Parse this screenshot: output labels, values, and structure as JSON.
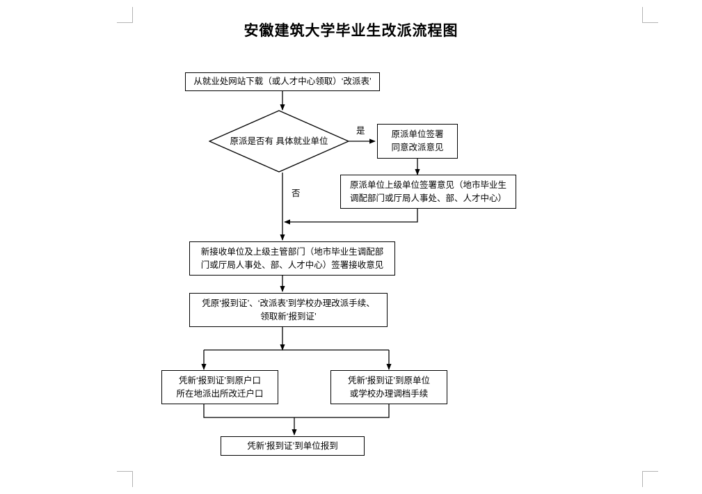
{
  "document": {
    "title": "安徽建筑大学毕业生改派流程图",
    "page_background": "#ffffff",
    "ink_color": "#000000",
    "crop_mark_color": "#b3b3b3"
  },
  "flowchart": {
    "type": "process-flow-diagram",
    "nodes": [
      {
        "id": "start",
        "shape": "rectangle",
        "lines": [
          "从就业处网站下载（或人才中心领取）‘改派表’"
        ]
      },
      {
        "id": "decision",
        "shape": "diamond",
        "lines": [
          "原派是否有",
          "具体就业单位"
        ]
      },
      {
        "id": "original-unit-sign",
        "shape": "rectangle",
        "lines": [
          "原派单位签署",
          "同意改派意见"
        ]
      },
      {
        "id": "superior-unit-sign",
        "shape": "rectangle",
        "lines": [
          "原派单位上级单位签署意见（地市毕业生",
          "调配部门或厅局人事处、部、人才中心）"
        ]
      },
      {
        "id": "new-unit-accept",
        "shape": "rectangle",
        "lines": [
          "新接收单位及上级主管部门（地市毕业生调配部",
          "门或厅局人事处、部、人才中心）签署接收意见"
        ]
      },
      {
        "id": "school-process",
        "shape": "rectangle",
        "lines": [
          "凭原‘报到证’、‘改派表’到学校办理改派手续、",
          "领取新‘报到证’"
        ]
      },
      {
        "id": "household-transfer",
        "shape": "rectangle",
        "lines": [
          "凭新‘报到证’到原户口",
          "所在地派出所改迁户口"
        ]
      },
      {
        "id": "file-transfer",
        "shape": "rectangle",
        "lines": [
          "凭新‘报到证’到原单位",
          "或学校办理调档手续"
        ]
      },
      {
        "id": "report-to-unit",
        "shape": "rectangle",
        "lines": [
          "凭新‘报到证’到单位报到"
        ]
      }
    ],
    "edge_labels": [
      {
        "id": "yes",
        "text": "是"
      },
      {
        "id": "no",
        "text": "否"
      }
    ]
  }
}
